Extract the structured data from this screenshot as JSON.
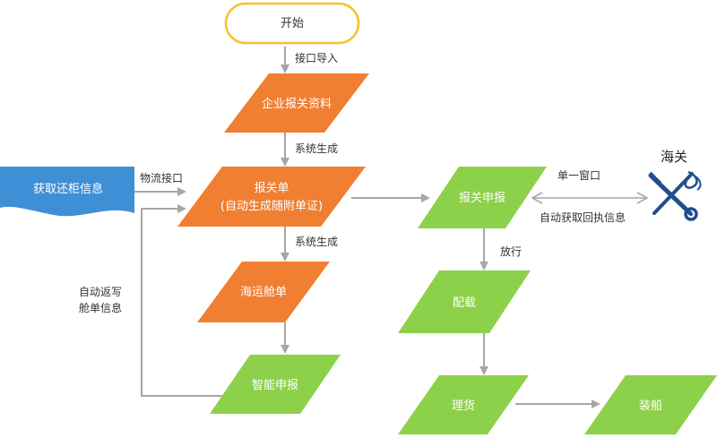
{
  "colors": {
    "orange": "#f07f32",
    "green": "#8dd14b",
    "blue": "#3f8fd6",
    "start_border": "#f2c230",
    "connector": "#a6a6a6",
    "customs_icon": "#1f4f8c"
  },
  "nodes": {
    "start": "开始",
    "enterprise_docs": "企业报关资料",
    "customs_form_line1": "报关单",
    "customs_form_line2": "(自动生成随附单证)",
    "sea_manifest": "海运舱单",
    "smart_declare": "智能申报",
    "get_container_info": "获取还柜信息",
    "customs_declare": "报关申报",
    "stowage": "配载",
    "tally": "理货",
    "loading": "装船",
    "customs_authority": "海关"
  },
  "edges": {
    "interface_import": "接口导入",
    "system_generate_1": "系统生成",
    "logistics_interface": "物流接口",
    "system_generate_2": "系统生成",
    "auto_writeback_line1": "自动返写",
    "auto_writeback_line2": "舱单信息",
    "single_window": "单一窗口",
    "auto_receipt": "自动获取回执信息",
    "release": "放行"
  },
  "icons": {
    "customs": "customs-emblem-icon"
  }
}
